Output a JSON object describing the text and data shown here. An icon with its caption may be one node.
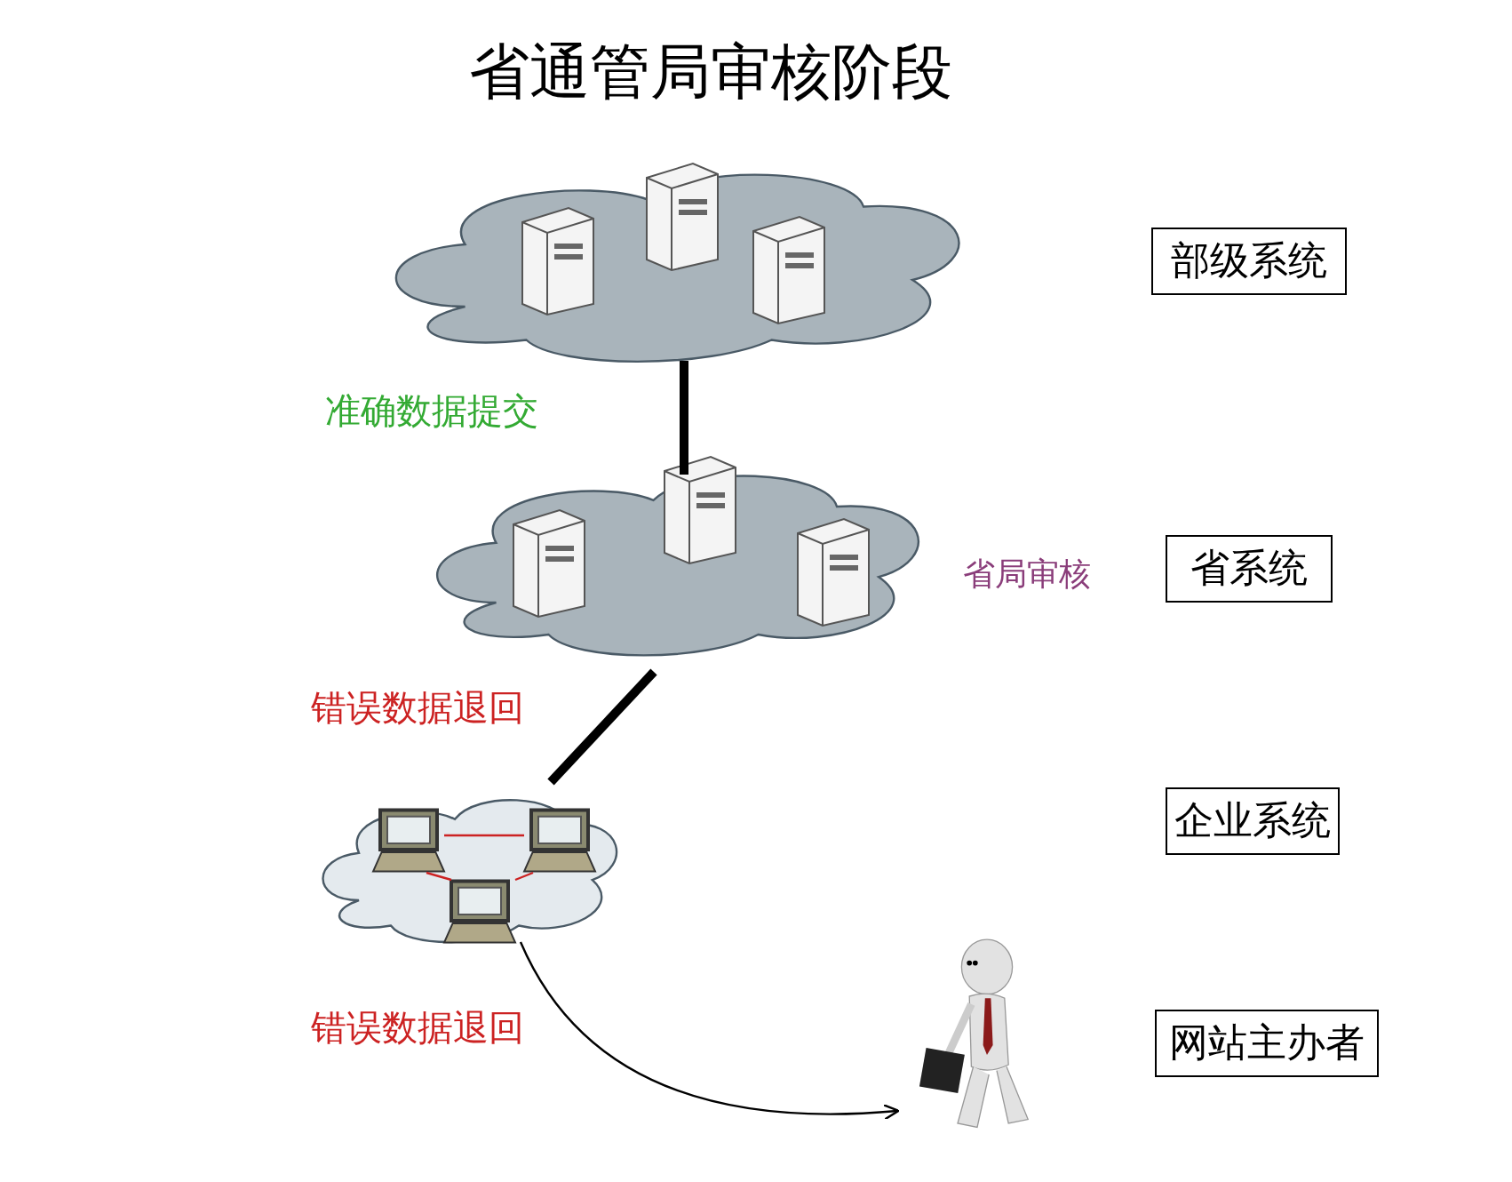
{
  "diagram": {
    "title": "省通管局审核阶段",
    "nodes": [
      {
        "text": [],
        "shape": "cloud"
      },
      {
        "text": [],
        "shape": "cloud",
        "beside": [
          "省局审核"
        ]
      },
      {
        "text": [],
        "shape": "cloud"
      },
      {
        "text": [],
        "shape": "picture",
        "in": 2
      },
      {
        "text": [],
        "shape": "picture",
        "in": 2
      },
      {
        "text": [],
        "shape": "picture",
        "in": 2
      },
      {
        "text": [],
        "shape": "person"
      },
      {
        "text": [
          "部级系统"
        ]
      },
      {
        "text": [
          "省系统"
        ]
      },
      {
        "text": [
          "企业系统"
        ]
      },
      {
        "text": [
          "网站主办者"
        ]
      }
    ],
    "edges": [
      {
        "from": 0,
        "to": 1,
        "arrow": "none",
        "style": "thick",
        "label": "准确数据提交"
      },
      {
        "from": 1,
        "to": 2,
        "arrow": "none",
        "style": "thick",
        "label": "错误数据退回"
      },
      {
        "from": 3,
        "to": 4,
        "arrow": "none",
        "color": "#cc2222"
      },
      {
        "from": 3,
        "to": 5,
        "arrow": "none",
        "color": "#cc2222"
      },
      {
        "from": 4,
        "to": 5,
        "arrow": "none",
        "color": "#cc2222"
      },
      {
        "from": 2,
        "to": 6,
        "arrow": "to",
        "label": "错误数据退回"
      }
    ]
  }
}
